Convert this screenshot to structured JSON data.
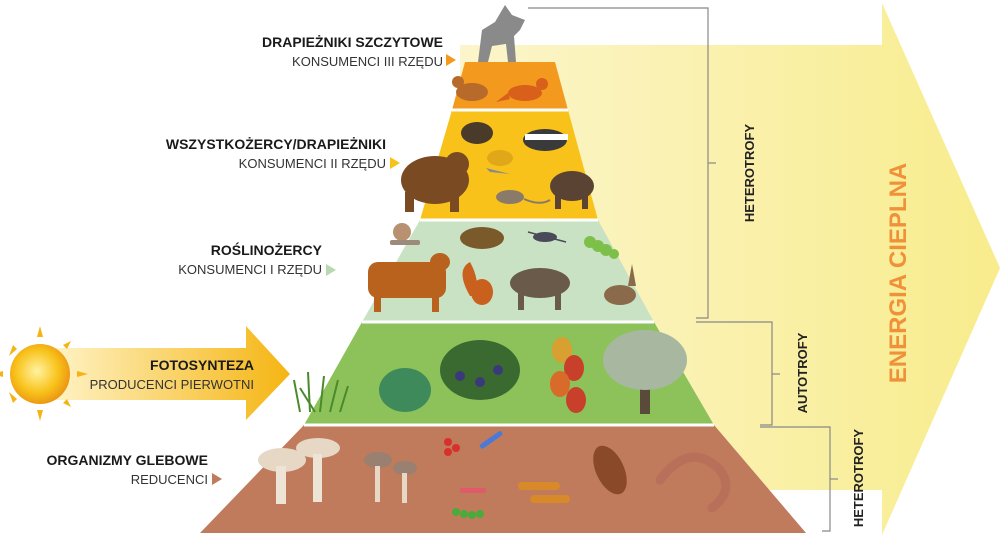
{
  "levels": [
    {
      "title": "DRAPIEŻNIKI SZCZYTOWE",
      "subtitle": "KONSUMENCI III RZĘDU"
    },
    {
      "title": "WSZYSTKOŻERCY/DRAPIEŻNIKI",
      "subtitle": "KONSUMENCI II RZĘDU"
    },
    {
      "title": "ROŚLINOŻERCY",
      "subtitle": "KONSUMENCI I RZĘDU"
    },
    {
      "title": "FOTOSYNTEZA",
      "subtitle": "PRODUCENCI PIERWOTNI"
    },
    {
      "title": "ORGANIZMY GLEBOWE",
      "subtitle": "REDUCENCI"
    }
  ],
  "brackets": {
    "heterotrofy_top": "HETEROTROFY",
    "autotrofy": "AUTOTROFY",
    "heterotrofy_bottom": "HETEROTROFY"
  },
  "energy_arrow": "ENERGIA CIEPLNA",
  "colors": {
    "level_top": "#f39a1e",
    "level_omnivores": "#f8c21a",
    "level_herbivores": "#c9e2c4",
    "level_producers": "#8dc25a",
    "level_decomposers": "#c07a5c",
    "energy_arrow": "#fbf1a6",
    "energy_text": "#f0913a",
    "sun_arrow": "#f7c21c"
  }
}
